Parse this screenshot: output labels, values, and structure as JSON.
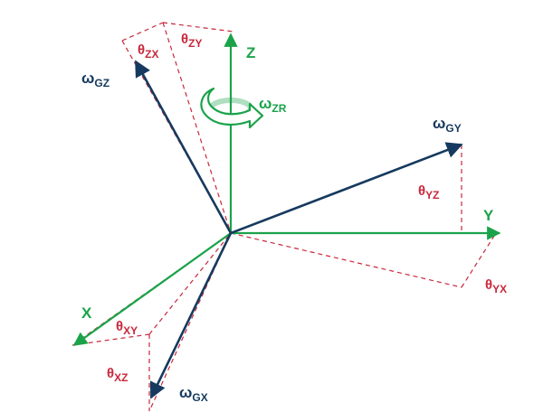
{
  "colors": {
    "axis": "#1aa34a",
    "gyro": "#163a5f",
    "angle": "#c8283c",
    "background": "#ffffff"
  },
  "labels": {
    "z_axis": "Z",
    "y_axis": "Y",
    "x_axis": "X",
    "omega_gz": {
      "main": "ω",
      "sub": "GZ"
    },
    "omega_gy": {
      "main": "ω",
      "sub": "GY"
    },
    "omega_gx": {
      "main": "ω",
      "sub": "GX"
    },
    "omega_zr": {
      "main": "ω",
      "sub": "ZR"
    },
    "theta_zx": {
      "main": "θ",
      "sub": "ZX"
    },
    "theta_zy": {
      "main": "θ",
      "sub": "ZY"
    },
    "theta_yz": {
      "main": "θ",
      "sub": "YZ"
    },
    "theta_yx": {
      "main": "θ",
      "sub": "YX"
    },
    "theta_xy": {
      "main": "θ",
      "sub": "XY"
    },
    "theta_xz": {
      "main": "θ",
      "sub": "XZ"
    }
  },
  "icons": {
    "rotation": "curved-rotation-arrow-icon"
  }
}
